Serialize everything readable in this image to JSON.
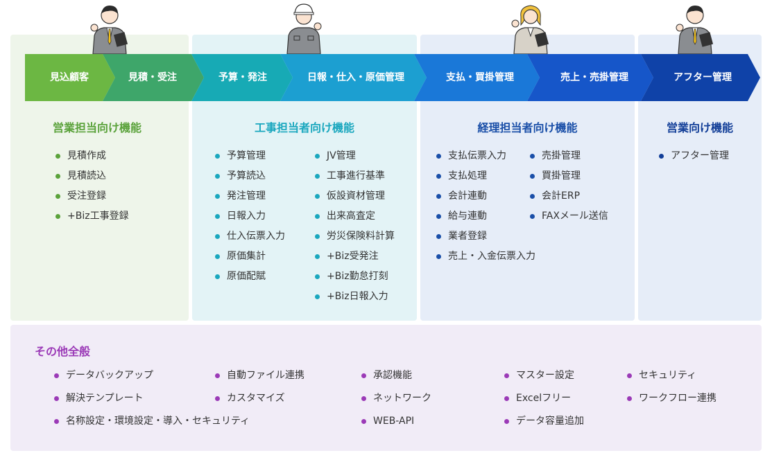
{
  "flow": {
    "steps": [
      "見込顧客",
      "見積・受注",
      "予算・発注",
      "日報・仕入・原価管理",
      "支払・買掛管理",
      "売上・売掛管理",
      "アフター管理"
    ]
  },
  "sections": {
    "sales": {
      "heading": "営業担当向け機能",
      "items": [
        "見積作成",
        "見積読込",
        "受注登録",
        "+Biz工事登録"
      ]
    },
    "construction": {
      "heading": "工事担当者向け機能",
      "col1": [
        "予算管理",
        "予算読込",
        "発注管理",
        "日報入力",
        "仕入伝票入力",
        "原価集計",
        "原価配賦"
      ],
      "col2": [
        "JV管理",
        "工事進行基準",
        "仮設資材管理",
        "出来高査定",
        "労災保険料計算",
        "+Biz受発注",
        "+Biz勤怠打刻",
        "+Biz日報入力"
      ]
    },
    "accounting": {
      "heading": "経理担当者向け機能",
      "col1": [
        "支払伝票入力",
        "支払処理",
        "会計連動",
        "給与連動",
        "業者登録",
        "売上・入金伝票入力"
      ],
      "col2": [
        "売掛管理",
        "買掛管理",
        "会計ERP",
        "FAXメール送信"
      ]
    },
    "after": {
      "heading": "営業向け機能",
      "items": [
        "アフター管理"
      ]
    },
    "other": {
      "heading": "その他全般",
      "col1": [
        "データバックアップ",
        "解決テンプレート",
        "名称設定・環境設定・導入・セキュリティ"
      ],
      "col2": [
        "自動ファイル連携",
        "カスタマイズ"
      ],
      "col3": [
        "承認機能",
        "ネットワーク",
        "WEB-API"
      ],
      "col4": [
        "マスター設定",
        "Excelフリー",
        "データ容量追加"
      ],
      "col5": [
        "セキュリティ",
        "ワークフロー連携"
      ]
    }
  },
  "colors": {
    "green_dark": "#5aa23b",
    "green_light": "#76c14a",
    "teal": "#1aa7be",
    "teal_light": "#2bbfd3",
    "blue": "#1a6fd1",
    "blue_mid": "#1a55c3",
    "navy": "#0f3e9a",
    "purple": "#9b3ab7"
  }
}
